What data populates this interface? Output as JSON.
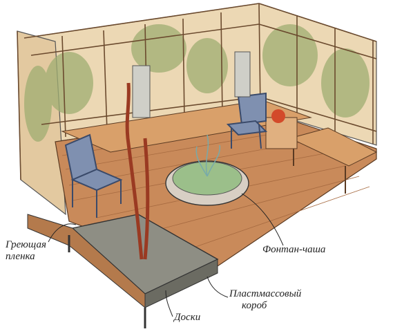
{
  "labels": {
    "heating_film_line1": "Греющая",
    "heating_film_line2": "пленка",
    "fountain_bowl": "Фонтан-чаша",
    "plastic_box_line1": "Пластмассовый",
    "plastic_box_line2": "короб",
    "boards": "Доски"
  },
  "palette": {
    "floor": "#c98a5a",
    "floor_dark": "#a86a42",
    "wall_glass": "#e9d6b5",
    "foliage": "#9aa86a",
    "frame": "#6b4a2e",
    "ink": "#2a2a2a",
    "planter_soil": "#8a8a80",
    "pot": "#d34a2a"
  }
}
